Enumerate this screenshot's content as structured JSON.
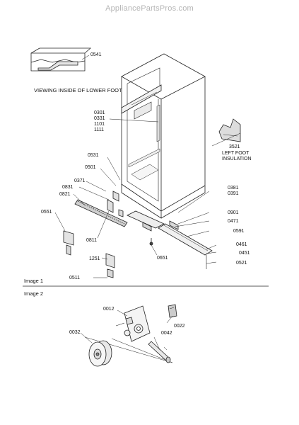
{
  "watermark": "AppliancePartsPros.com",
  "captions": {
    "image1": "Image 1",
    "image2": "Image 2",
    "view_note": "VIEWING INSIDE OF LOWER FOOT",
    "insulation_note": "LEFT FOOT\nINSULATION"
  },
  "image1_parts": {
    "p0541": "0541",
    "group_side": "0301\n0331\n1101\n1111",
    "p3521": "3521",
    "p0531": "0531",
    "p0501": "0501",
    "p0371": "0371",
    "p0831": "0831",
    "p0821": "0821",
    "p0551": "0551",
    "p0811": "0811",
    "p1251": "1251",
    "p0651": "0651",
    "p0511": "0511",
    "group_right": "0381\n0391",
    "p0901": "0901",
    "p0471": "0471",
    "p0591": "0591",
    "p0461": "0461",
    "p0451": "0451",
    "p0521": "0521"
  },
  "image2_parts": {
    "p0012": "0012",
    "p0022": "0022",
    "p0032": "0032",
    "p0042": "0042"
  }
}
